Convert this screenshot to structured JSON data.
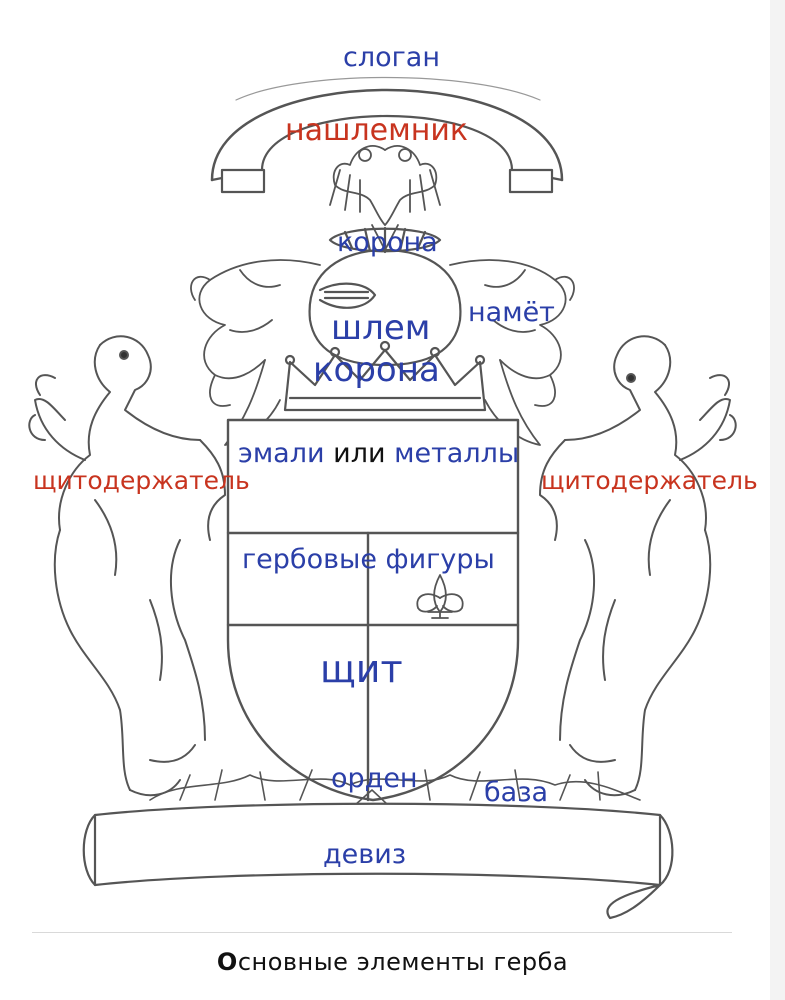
{
  "labels": {
    "slogan": "слоган",
    "crest": "нашлемник",
    "crown_top": "корона",
    "mantling": "намёт",
    "helmet": "шлем",
    "crown_mid": "корона",
    "enamels": "эмали",
    "or_word": "или",
    "metals": "металлы",
    "supporter_left": "щитодержатель",
    "supporter_right": "щитодержатель",
    "charges": "гербовые фигуры",
    "shield": "щит",
    "order": "орден",
    "compartment": "база",
    "motto": "девиз"
  },
  "caption": {
    "first_letter": "О",
    "rest": "сновные элементы герба"
  },
  "colors": {
    "label_blue": "#2b3fa8",
    "label_red": "#c8341f",
    "line_art": "#555555"
  }
}
